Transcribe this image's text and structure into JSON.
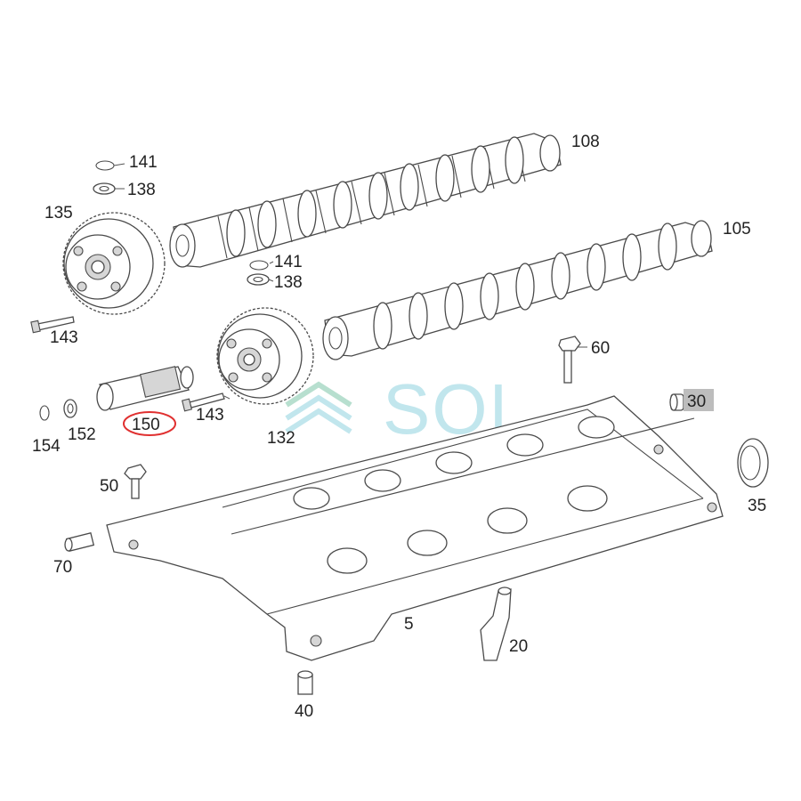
{
  "labels": {
    "l108": "108",
    "l105": "105",
    "l141a": "141",
    "l138a": "138",
    "l135": "135",
    "l141b": "141",
    "l138b": "138",
    "l143a": "143",
    "l143b": "143",
    "l60": "60",
    "l30": "30",
    "l150": "150",
    "l154": "154",
    "l152": "152",
    "l132": "132",
    "l50": "50",
    "l35": "35",
    "l70": "70",
    "l5": "5",
    "l20": "20",
    "l40": "40"
  },
  "watermark": {
    "text": "SOL"
  },
  "colors": {
    "highlight_ring": "#e03030",
    "label_30_bg": "#bdbdbd",
    "watermark": "#8fd3df"
  }
}
